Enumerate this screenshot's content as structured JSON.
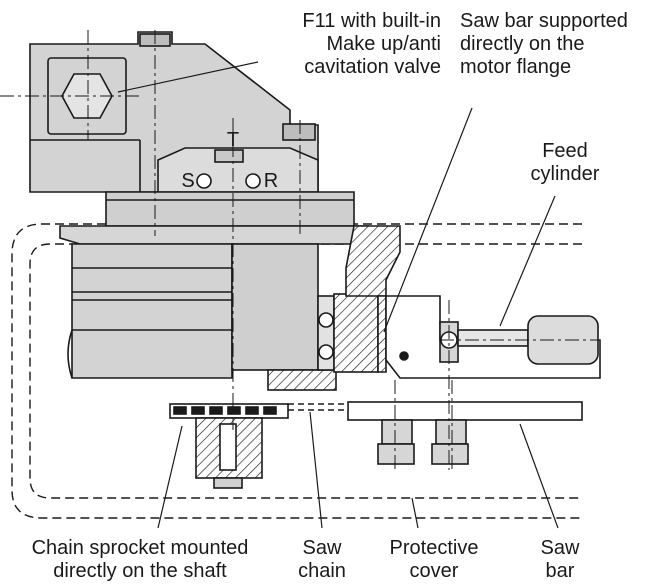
{
  "labels": {
    "f11_valve": [
      "F11 with built-in",
      "Make up/anti",
      "cavitation valve"
    ],
    "saw_bar_supported": [
      "Saw bar supported",
      "directly on the",
      "motor flange"
    ],
    "feed_cylinder": [
      "Feed",
      "cylinder"
    ],
    "chain_sprocket": [
      "Chain sprocket mounted",
      "directly on the shaft"
    ],
    "saw_chain": [
      "Saw",
      "chain"
    ],
    "protective_cover": [
      "Protective",
      "cover"
    ],
    "saw_bar": [
      "Saw",
      "bar"
    ]
  },
  "ports": {
    "s": "S",
    "t": "T",
    "r": "R"
  },
  "colors": {
    "metal_light": "#d6d6d6",
    "metal_mid": "#c2c2c2",
    "metal_dark": "#a8a8a8",
    "line": "#1a1a1a"
  }
}
